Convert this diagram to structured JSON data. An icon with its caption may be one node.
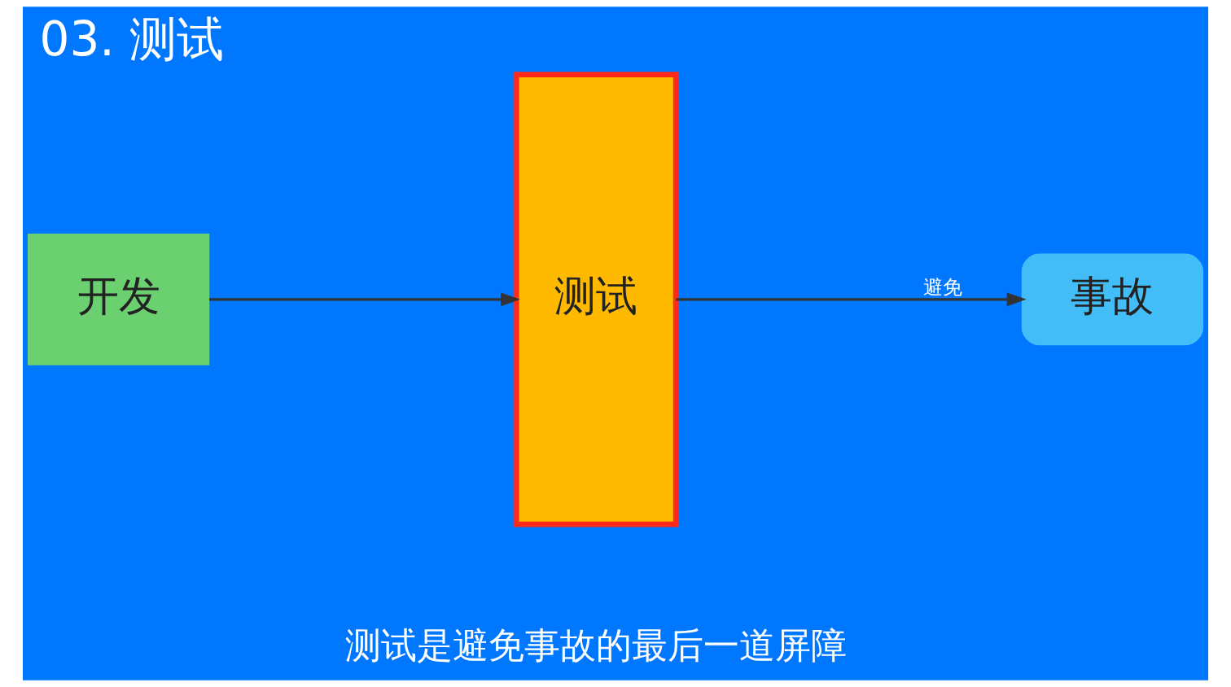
{
  "diagram": {
    "title": "03. 测试",
    "caption": "测试是避免事故的最后一道屏障",
    "nodes": [
      {
        "text": [
          "开发"
        ]
      },
      {
        "text": [
          "测试"
        ]
      },
      {
        "text": [
          "事故"
        ]
      }
    ],
    "edges": [
      {
        "from": 0,
        "to": 1,
        "arrow": "to"
      },
      {
        "from": 1,
        "to": 2,
        "arrow": "to",
        "label": "避免"
      }
    ]
  }
}
